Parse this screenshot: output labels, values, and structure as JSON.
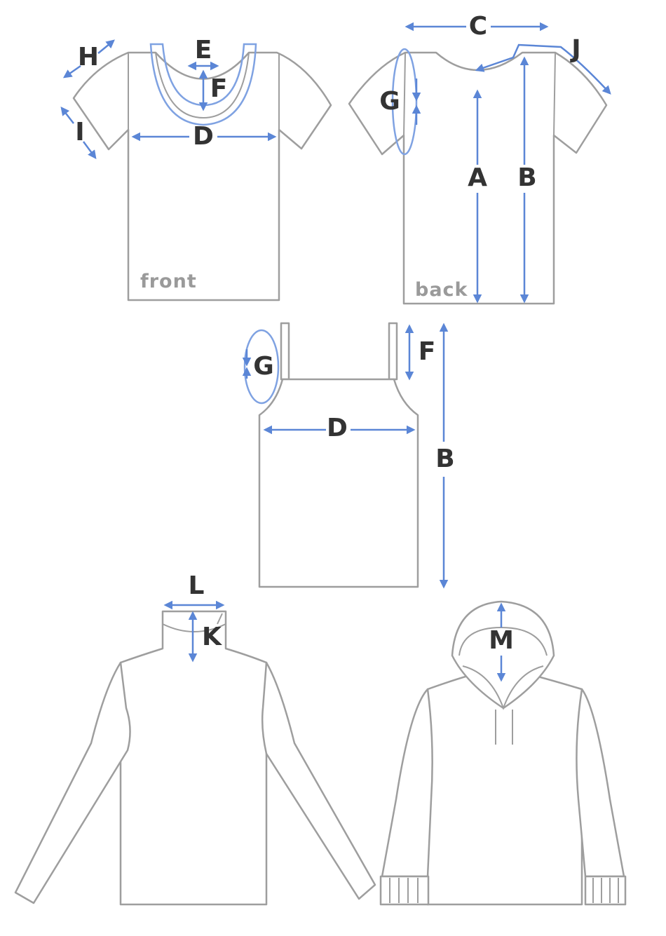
{
  "measurement_color": "#5b86d6",
  "garment_stroke_color": "#9e9e9e",
  "tshirt_front": {
    "view_label": "front",
    "labels": {
      "h": "H",
      "i": "I",
      "e": "E",
      "f": "F",
      "d": "D"
    }
  },
  "tshirt_back": {
    "view_label": "back",
    "labels": {
      "c": "C",
      "j": "J",
      "g": "G",
      "a": "A",
      "b": "B"
    }
  },
  "camisole": {
    "labels": {
      "g": "G",
      "f": "F",
      "d": "D",
      "b": "B"
    }
  },
  "turtleneck": {
    "labels": {
      "l": "L",
      "k": "K"
    }
  },
  "hoodie": {
    "labels": {
      "m": "M"
    }
  }
}
